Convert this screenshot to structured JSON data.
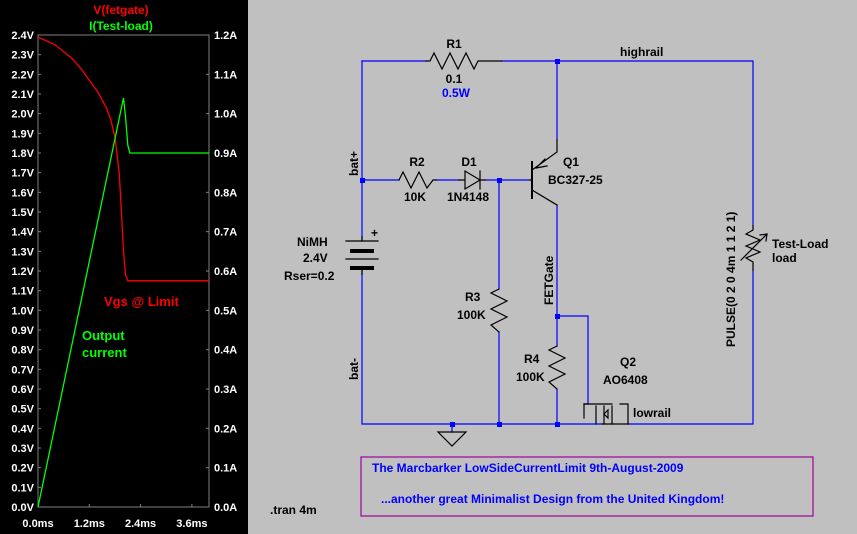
{
  "colors": {
    "plot_bg": "#000000",
    "axis": "#808080",
    "trace_vgate": "#ff0000",
    "trace_current": "#00ff00",
    "wire": "#0000ff",
    "component": "#000000",
    "schematic_bg": "#c0c0c0",
    "title_box_border": "#a000a0"
  },
  "plot": {
    "legend": {
      "v_trace": "V(fetgate)",
      "i_trace": "I(Test-load)"
    },
    "annotations": {
      "vgs": "Vgs @ Limit",
      "output_line1": "Output",
      "output_line2": "current"
    }
  },
  "chart_data": {
    "type": "line",
    "x_ticks": [
      "0.0ms",
      "1.2ms",
      "2.4ms",
      "3.6ms"
    ],
    "x_tick_values": [
      0,
      1.2,
      2.4,
      3.6
    ],
    "xlim": [
      0,
      4
    ],
    "y_left_ticks": [
      "0.0V",
      "0.1V",
      "0.2V",
      "0.3V",
      "0.4V",
      "0.5V",
      "0.6V",
      "0.7V",
      "0.8V",
      "0.9V",
      "1.0V",
      "1.1V",
      "1.2V",
      "1.3V",
      "1.4V",
      "1.5V",
      "1.6V",
      "1.7V",
      "1.8V",
      "1.9V",
      "2.0V",
      "2.1V",
      "2.2V",
      "2.3V",
      "2.4V"
    ],
    "y_left_tick_values": [
      0,
      0.1,
      0.2,
      0.3,
      0.4,
      0.5,
      0.6,
      0.7,
      0.8,
      0.9,
      1.0,
      1.1,
      1.2,
      1.3,
      1.4,
      1.5,
      1.6,
      1.7,
      1.8,
      1.9,
      2.0,
      2.1,
      2.2,
      2.3,
      2.4
    ],
    "ylim_left": [
      0,
      2.4
    ],
    "y_right_ticks": [
      "0.0A",
      "0.1A",
      "0.2A",
      "0.3A",
      "0.4A",
      "0.5A",
      "0.6A",
      "0.7A",
      "0.8A",
      "0.9A",
      "1.0A",
      "1.1A",
      "1.2A"
    ],
    "y_right_tick_values": [
      0,
      0.1,
      0.2,
      0.3,
      0.4,
      0.5,
      0.6,
      0.7,
      0.8,
      0.9,
      1.0,
      1.1,
      1.2
    ],
    "ylim_right": [
      0,
      1.2
    ],
    "series": [
      {
        "name": "V(fetgate)",
        "axis": "left",
        "color": "#ff0000",
        "x": [
          0,
          0.4,
          0.8,
          1.0,
          1.2,
          1.4,
          1.6,
          1.7,
          1.8,
          1.9,
          1.95,
          2.0,
          2.05,
          2.1,
          2.2,
          2.4,
          3.0,
          4.0
        ],
        "y": [
          2.39,
          2.35,
          2.28,
          2.23,
          2.17,
          2.11,
          2.03,
          1.97,
          1.88,
          1.7,
          1.5,
          1.3,
          1.18,
          1.15,
          1.15,
          1.15,
          1.15,
          1.15
        ]
      },
      {
        "name": "I(Test-load)",
        "axis": "right",
        "color": "#00ff00",
        "x": [
          0,
          2.0,
          2.05,
          2.1,
          2.15,
          2.2,
          2.5,
          3.0,
          4.0
        ],
        "y": [
          0,
          1.04,
          0.99,
          0.92,
          0.9,
          0.9,
          0.9,
          0.9,
          0.9
        ]
      }
    ]
  },
  "schematic": {
    "R1": {
      "ref": "R1",
      "value": "0.1",
      "power": "0.5W"
    },
    "R2": {
      "ref": "R2",
      "value": "10K"
    },
    "D1": {
      "ref": "D1",
      "value": "1N4148"
    },
    "Q1": {
      "ref": "Q1",
      "value": "BC327-25"
    },
    "R3": {
      "ref": "R3",
      "value": "100K"
    },
    "R4": {
      "ref": "R4",
      "value": "100K"
    },
    "Q2": {
      "ref": "Q2",
      "value": "AO6408"
    },
    "battery": {
      "line1": "NiMH",
      "line2": "2.4V",
      "line3": "Rser=0.2",
      "plus": "+"
    },
    "load": {
      "line1": "Test-Load",
      "line2": "load"
    },
    "nets": {
      "highrail": "highrail",
      "lowrail": "lowrail",
      "bat_plus": "bat+",
      "bat_minus": "bat-",
      "fetgate": "FETGate"
    },
    "pulse": "PULSE(0 2 0 4m 1 1 2 1)",
    "tran": ".tran 4m",
    "title_line1": "The Marcbarker LowSideCurrentLimit   9th-August-2009",
    "title_line2": "...another great Minimalist Design from the United Kingdom!"
  }
}
